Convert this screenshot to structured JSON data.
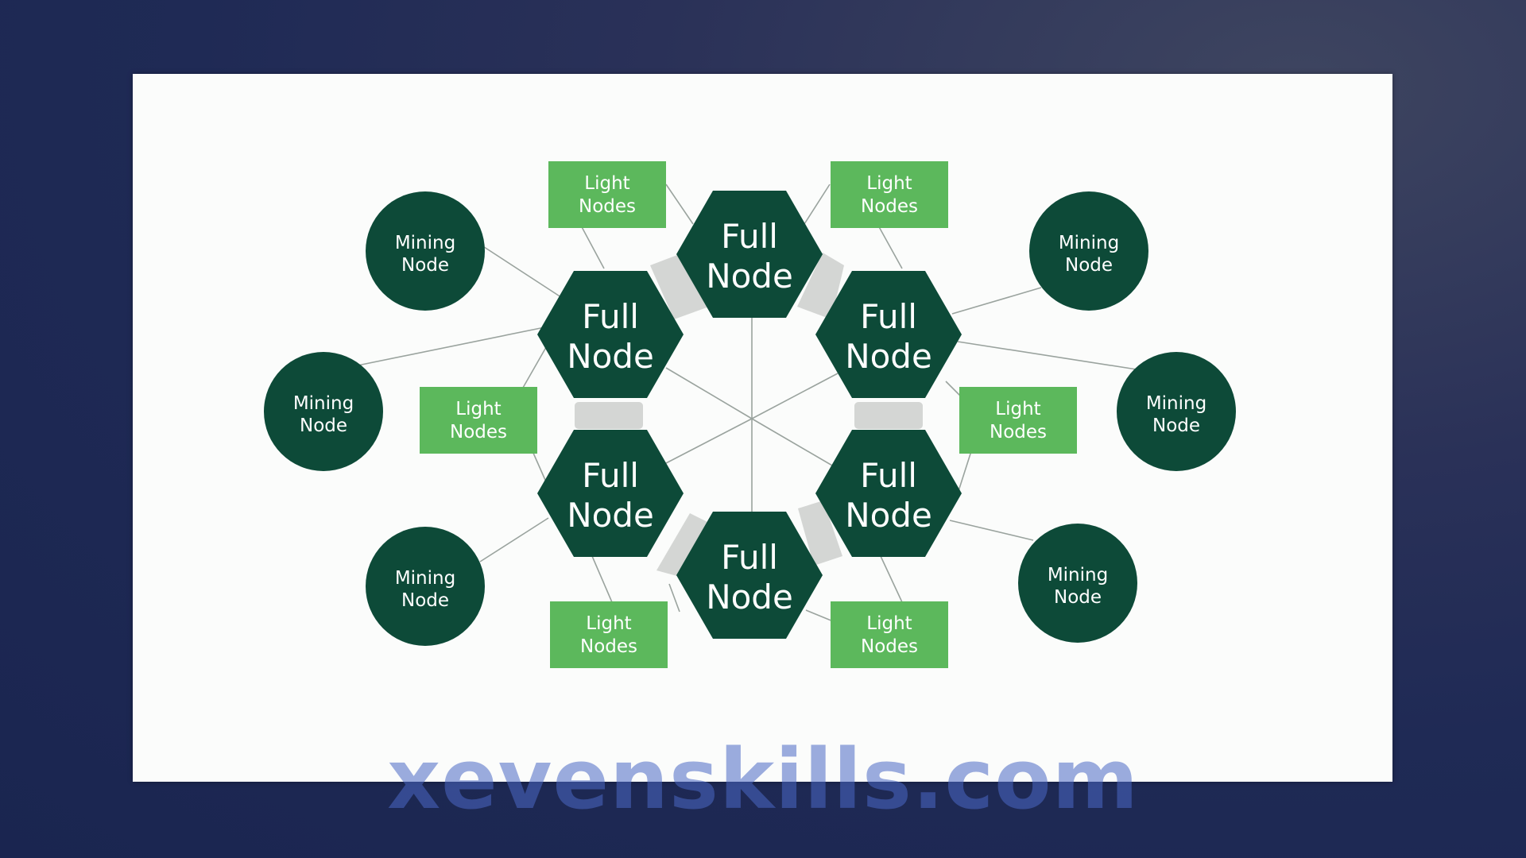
{
  "colors": {
    "dark_green": "#0d4a38",
    "light_green": "#5cb85c",
    "connector_gray": "#d4d6d4",
    "line_gray": "#9aa39e",
    "slide_bg": "#fbfcfb"
  },
  "full_nodes": [
    {
      "line1": "Full",
      "line2": "Node"
    },
    {
      "line1": "Full",
      "line2": "Node"
    },
    {
      "line1": "Full",
      "line2": "Node"
    },
    {
      "line1": "Full",
      "line2": "Node"
    },
    {
      "line1": "Full",
      "line2": "Node"
    },
    {
      "line1": "Full",
      "line2": "Node"
    }
  ],
  "mining_nodes": [
    {
      "line1": "Mining",
      "line2": "Node"
    },
    {
      "line1": "Mining",
      "line2": "Node"
    },
    {
      "line1": "Mining",
      "line2": "Node"
    },
    {
      "line1": "Mining",
      "line2": "Node"
    },
    {
      "line1": "Mining",
      "line2": "Node"
    },
    {
      "line1": "Mining",
      "line2": "Node"
    }
  ],
  "light_nodes": [
    {
      "line1": "Light",
      "line2": "Nodes"
    },
    {
      "line1": "Light",
      "line2": "Nodes"
    },
    {
      "line1": "Light",
      "line2": "Nodes"
    },
    {
      "line1": "Light",
      "line2": "Nodes"
    },
    {
      "line1": "Light",
      "line2": "Nodes"
    },
    {
      "line1": "Light",
      "line2": "Nodes"
    }
  ],
  "watermark": "xevenskills.com"
}
